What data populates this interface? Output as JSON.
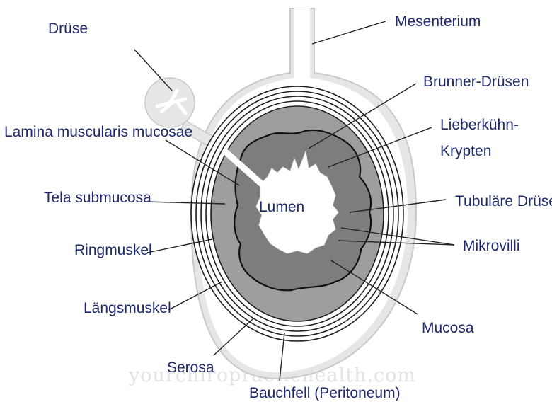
{
  "labels": {
    "druese": "Drüse",
    "mesenterium": "Mesenterium",
    "brunner": "Brunner-Drüsen",
    "lieberkuehn_1": "Lieberkühn-",
    "lieberkuehn_2": "Krypten",
    "lamina": "Lamina muscularis mucosae",
    "tela": "Tela submucosa",
    "lumen": "Lumen",
    "tubulaere": "Tubuläre Drüse",
    "ringmuskel": "Ringmuskel",
    "mikrovilli": "Mikrovilli",
    "laengsmuskel": "Längsmuskel",
    "mucosa": "Mucosa",
    "serosa": "Serosa",
    "bauchfell": "Bauchfell (Peritoneum)"
  },
  "watermark": "yourchiropractichealth.com",
  "colors": {
    "label_text": "#1f2a6b",
    "outer_sheath": "#e6e6e6",
    "sheath_outline": "#c9c9c9",
    "submucosa": "#9e9e9e",
    "mucosa": "#7d7d7d",
    "lumen": "#ffffff"
  }
}
